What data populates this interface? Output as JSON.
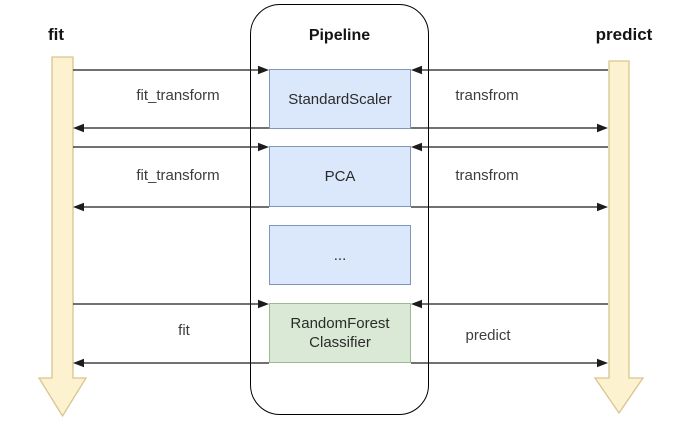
{
  "diagram": {
    "left_flow": {
      "title": "fit",
      "messages": {
        "row1": "fit_transform",
        "row2": "fit_transform",
        "row4": "fit"
      }
    },
    "right_flow": {
      "title": "predict",
      "messages": {
        "row1": "transfrom",
        "row2": "transfrom",
        "row4": "predict"
      }
    },
    "pipeline": {
      "title": "Pipeline",
      "steps": [
        {
          "label": "StandardScaler"
        },
        {
          "label": "PCA"
        },
        {
          "label": "..."
        },
        {
          "label": "RandomForest Classifier",
          "lines": [
            "RandomForest",
            "Classifier"
          ]
        }
      ]
    },
    "icons": {
      "left_lifeline": "thick-down-arrow",
      "right_lifeline": "thick-down-arrow"
    }
  },
  "colors": {
    "lifeline_fill": "#fcf2cf",
    "lifeline_stroke": "#d9c58e",
    "step_fill": "#dbe8fb",
    "step_stroke": "#7e96b8",
    "estimator_fill": "#d9e9d5",
    "estimator_stroke": "#9cba90",
    "line_color": "#1c1c1c"
  }
}
